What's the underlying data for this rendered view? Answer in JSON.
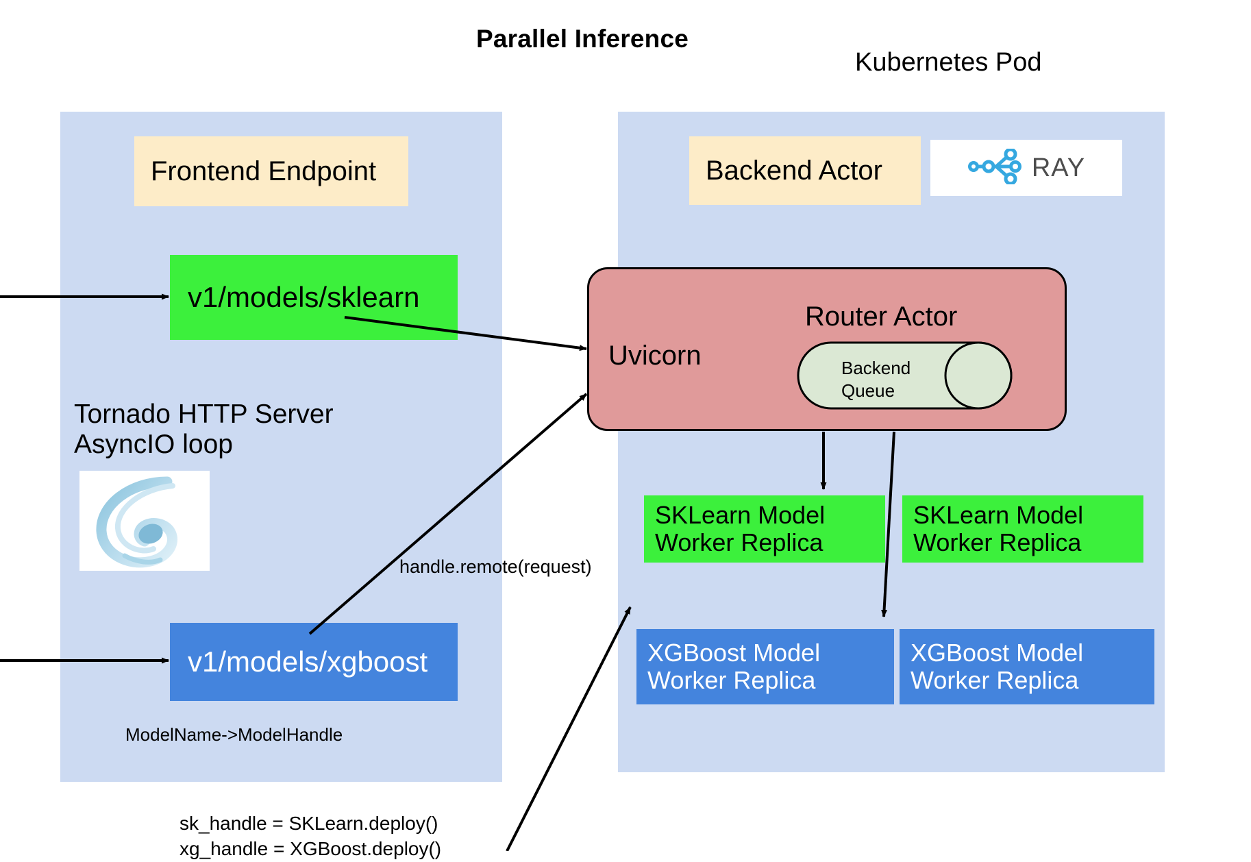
{
  "title": "Parallel Inference",
  "k8s_label": "Kubernetes Pod",
  "left_panel": {
    "frontend_endpoint": "Frontend Endpoint",
    "sklearn_endpoint": "v1/models/sklearn",
    "xgboost_endpoint": "v1/models/xgboost",
    "tornado_line1": "Tornado HTTP Server",
    "tornado_line2": "AsyncIO loop",
    "tornado_logo_icon": "tornado-swirl-icon",
    "model_map_note": "ModelName->ModelHandle"
  },
  "right_panel": {
    "backend_actor": "Backend Actor",
    "ray_logo": {
      "icon": "ray-node-graph-icon",
      "word": "RAY"
    },
    "router": {
      "uvicorn": "Uvicorn",
      "router_actor": "Router Actor",
      "queue_line1": "Backend",
      "queue_line2": "Queue"
    },
    "workers": [
      {
        "line1": "SKLearn Model",
        "line2": "Worker Replica",
        "type": "sklearn"
      },
      {
        "line1": "SKLearn Model",
        "line2": "Worker Replica",
        "type": "sklearn"
      },
      {
        "line1": "XGBoost Model",
        "line2": "Worker Replica",
        "type": "xgboost"
      },
      {
        "line1": "XGBoost Model",
        "line2": "Worker Replica",
        "type": "xgboost"
      }
    ]
  },
  "annotations": {
    "handle_remote": "handle.remote(request)",
    "deploy_line1": "sk_handle = SKLearn.deploy()",
    "deploy_line2": "xg_handle = XGBoost.deploy()"
  },
  "colors": {
    "panel": "#ccdaf2",
    "cream": "#fdecc8",
    "green": "#3cf03c",
    "blue": "#4484dd",
    "router": "#e09a9a",
    "queue": "#dbe8d4",
    "ray_blue": "#35a8e0"
  }
}
